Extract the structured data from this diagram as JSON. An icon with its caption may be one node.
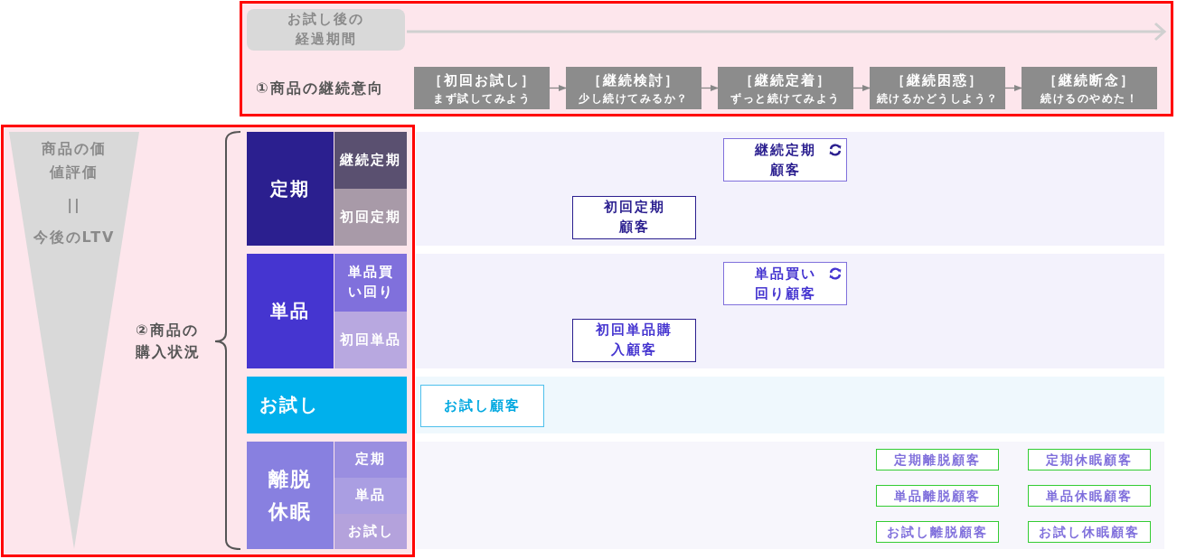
{
  "diagram": {
    "nodes": [
      {
        "text": [],
        "shape": "box"
      },
      {
        "text": [
          "お試し後の経過期間"
        ],
        "in": 0
      },
      {
        "text": [
          "［初回お試し］",
          "まず試してみよう"
        ],
        "in": 0
      },
      {
        "text": [
          "［継続検討］",
          "少し続けてみるか？"
        ],
        "in": 0
      },
      {
        "text": [
          "［継続定着］",
          "ずっと続けてみよう"
        ],
        "in": 0
      },
      {
        "text": [
          "［継続困惑］",
          "続けるかどうしよう？"
        ],
        "in": 0
      },
      {
        "text": [
          "［継続断念］",
          "続けるのやめた！"
        ],
        "in": 0
      },
      {
        "text": [],
        "shape": "box"
      },
      {
        "text": [
          "商品の価値評価",
          "||",
          "今後のLTV"
        ],
        "in": 7
      },
      {
        "text": [
          "定期"
        ],
        "in": 7
      },
      {
        "text": [
          "継続定期"
        ],
        "in": 7
      },
      {
        "text": [
          "初回定期"
        ],
        "in": 7
      },
      {
        "text": [
          "単品"
        ],
        "in": 7
      },
      {
        "text": [
          "単品買い回り"
        ],
        "in": 7
      },
      {
        "text": [
          "初回単品"
        ],
        "in": 7
      },
      {
        "text": [
          "お試し"
        ],
        "in": 7
      },
      {
        "text": [
          "離脱休眠"
        ],
        "in": 7
      },
      {
        "text": [
          "定期"
        ],
        "in": 7
      },
      {
        "text": [
          "単品"
        ],
        "in": 7
      },
      {
        "text": [
          "お試し"
        ],
        "in": 7
      },
      {
        "text": [],
        "shape": "box"
      },
      {
        "text": [
          "継続定期顧客"
        ],
        "in": 20
      },
      {
        "text": [
          "初回定期顧客"
        ],
        "in": 20
      },
      {
        "text": [],
        "shape": "box"
      },
      {
        "text": [
          "単品買い回り顧客"
        ],
        "in": 23
      },
      {
        "text": [
          "初回単品購入顧客"
        ],
        "in": 23
      },
      {
        "text": [],
        "shape": "box"
      },
      {
        "text": [
          "お試し顧客"
        ],
        "in": 26
      },
      {
        "text": [],
        "shape": "box"
      },
      {
        "text": [
          "定期離脱顧客"
        ],
        "in": 28
      },
      {
        "text": [
          "定期休眠顧客"
        ],
        "in": 28
      },
      {
        "text": [
          "単品離脱顧客"
        ],
        "in": 28
      },
      {
        "text": [
          "単品休眠顧客"
        ],
        "in": 28
      },
      {
        "text": [
          "お試し離脱顧客"
        ],
        "in": 28
      },
      {
        "text": [
          "お試し休眠顧客"
        ],
        "in": 28
      }
    ],
    "edges": [
      {
        "from": 2,
        "to": 3,
        "arrow": "to"
      },
      {
        "from": 3,
        "to": 4,
        "arrow": "to"
      },
      {
        "from": 4,
        "to": 5,
        "arrow": "to"
      },
      {
        "from": 5,
        "to": 6,
        "arrow": "to"
      }
    ],
    "labels": [
      "①商品の継続意向",
      "②商品の購入状況"
    ]
  }
}
